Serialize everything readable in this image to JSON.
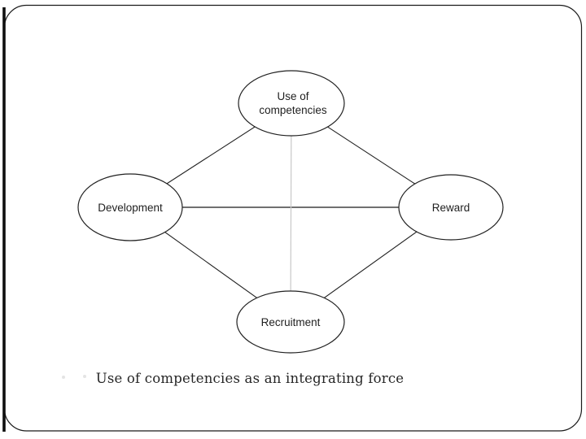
{
  "slide": {
    "title": "Use of competencies as an integrating force",
    "diagram": {
      "nodes": {
        "top": {
          "label": "Use of competencies",
          "line1": "Use of",
          "line2": "competencies"
        },
        "left": {
          "label": "Development"
        },
        "right": {
          "label": "Reward"
        },
        "bottom": {
          "label": "Recruitment"
        }
      },
      "edges": [
        {
          "from": "Development",
          "to": "Use of competencies",
          "style": "solid"
        },
        {
          "from": "Reward",
          "to": "Use of competencies",
          "style": "solid"
        },
        {
          "from": "Development",
          "to": "Recruitment",
          "style": "solid"
        },
        {
          "from": "Reward",
          "to": "Recruitment",
          "style": "solid"
        },
        {
          "from": "Development",
          "to": "Reward",
          "style": "solid"
        },
        {
          "from": "Use of competencies",
          "to": "Recruitment",
          "style": "muted"
        }
      ]
    },
    "caption": "Use of competencies as an integrating force",
    "colors": {
      "ink": "#212121",
      "muted_connector": "#c8c8c8",
      "background": "#ffffff",
      "left_bar": "#0f0f0f"
    }
  }
}
